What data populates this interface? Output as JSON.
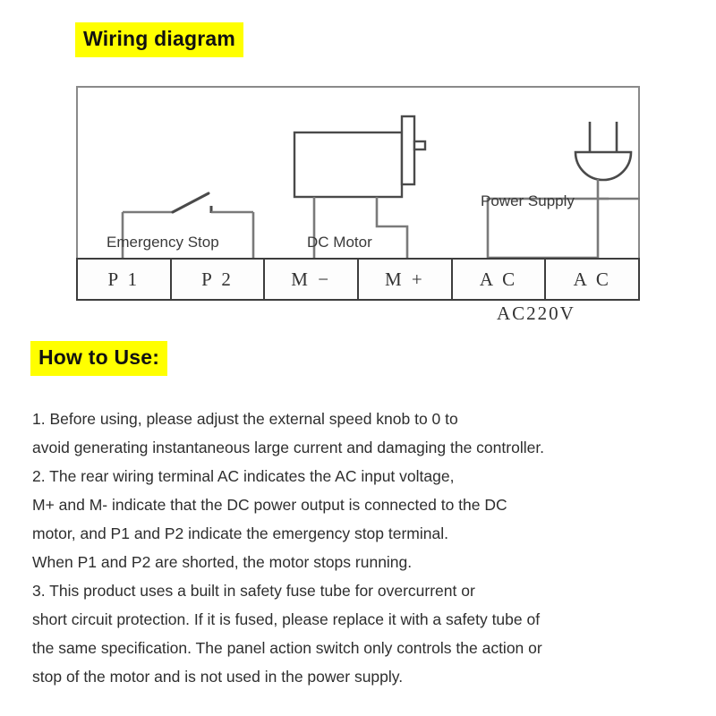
{
  "headings": {
    "wiring": "Wiring diagram",
    "howto": "How to Use:"
  },
  "colors": {
    "highlight": "#ffff00",
    "line": "#6e6e6e",
    "terminal_border": "#3d3d3d",
    "text": "#2e2e2e"
  },
  "diagram": {
    "labels": {
      "emergency_stop": "Emergency Stop",
      "dc_motor": "DC Motor",
      "power_supply": "Power Supply",
      "ac_voltage": "AC220V"
    },
    "terminals": [
      {
        "id": "p1",
        "label": "P 1"
      },
      {
        "id": "p2",
        "label": "P 2"
      },
      {
        "id": "m-minus",
        "label": "M −"
      },
      {
        "id": "m-plus",
        "label": "M +"
      },
      {
        "id": "ac1",
        "label": "A C"
      },
      {
        "id": "ac2",
        "label": "A C"
      }
    ]
  },
  "instructions": {
    "lines": [
      "1. Before using, please adjust the external speed knob to 0 to",
      "avoid generating instantaneous large current and damaging the controller.",
      "2. The rear wiring terminal AC indicates the AC input voltage,",
      "M+ and M- indicate that the DC power output is connected to the DC",
      "motor, and P1 and P2 indicate the emergency stop terminal.",
      "When P1 and P2 are shorted, the motor stops running.",
      "3. This product uses a built in safety fuse tube for overcurrent or",
      "short circuit protection. If it is fused, please replace it with a safety tube of",
      "the same specification. The panel action switch only controls the action or",
      "stop of the motor and is not used in the power supply."
    ]
  }
}
